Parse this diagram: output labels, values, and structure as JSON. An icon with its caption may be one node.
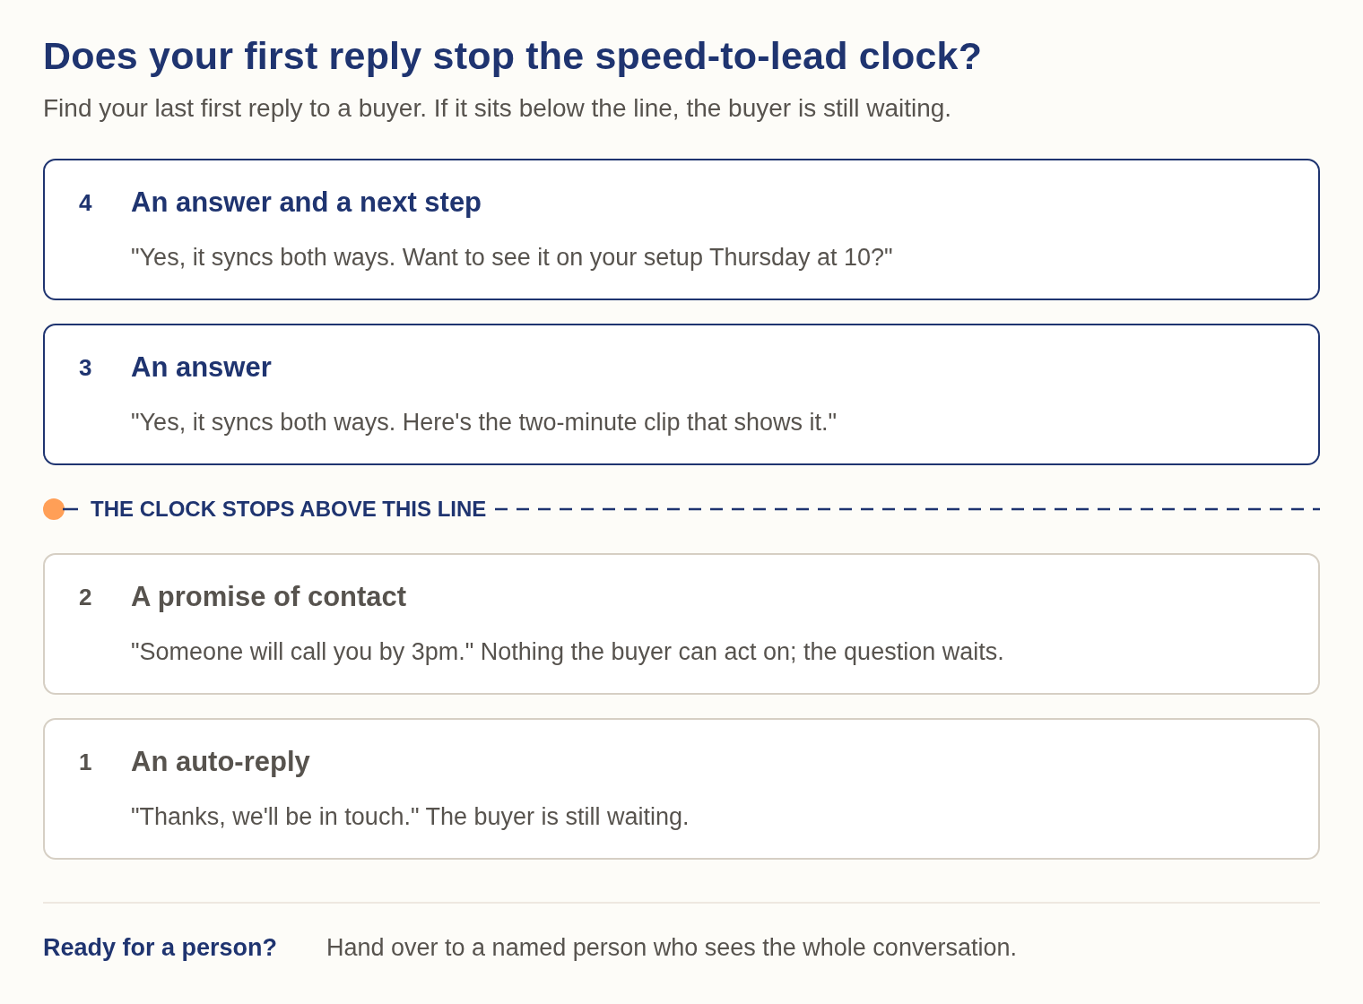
{
  "diagram": {
    "title": "Does your first reply stop the speed-to-lead clock?",
    "nodes": [
      {
        "text": [
          "4",
          "An answer and a next step",
          "\"Yes, it syncs both ways. Want to see it on your setup Thursday at 10?\""
        ]
      },
      {
        "text": [
          "3",
          "An answer",
          "\"Yes, it syncs both ways. Here's the two-minute clip that shows it.\""
        ]
      },
      {
        "text": [
          "2",
          "A promise of contact",
          "\"Someone will call you by 3pm.\" Nothing the buyer can act on; the question waits."
        ]
      },
      {
        "text": [
          "1",
          "An auto-reply",
          "\"Thanks, we'll be in touch.\" The buyer is still waiting."
        ]
      }
    ],
    "labels": [
      "Find your last first reply to a buyer. If it sits below the line, the buyer is still waiting.",
      "THE CLOCK STOPS ABOVE THIS LINE",
      "Ready for a person?",
      "Hand over to a named person who sees the whole conversation."
    ]
  }
}
